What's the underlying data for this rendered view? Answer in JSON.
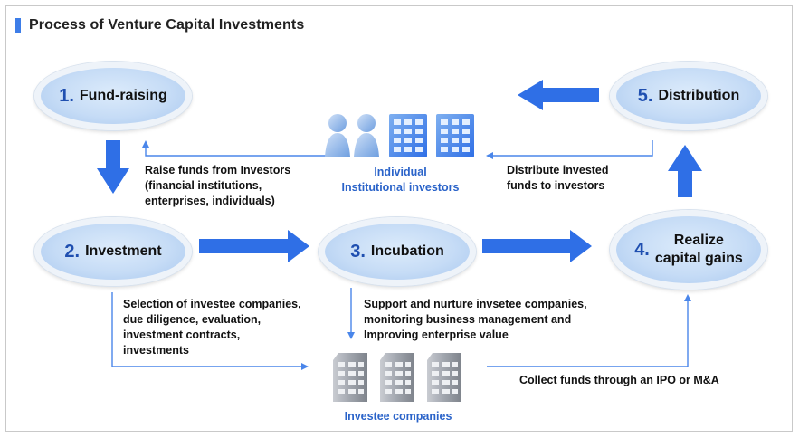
{
  "title": "Process of Venture Capital Investments",
  "stages": {
    "fund_raising": {
      "num": "1.",
      "label": "Fund-raising"
    },
    "investment": {
      "num": "2.",
      "label": "Investment"
    },
    "incubation": {
      "num": "3.",
      "label": "Incubation"
    },
    "realize": {
      "num": "4.",
      "label_line1": "Realize",
      "label_line2": "capital gains"
    },
    "distribution": {
      "num": "5.",
      "label": "Distribution"
    }
  },
  "captions": {
    "raise_funds": [
      "Raise funds from Investors",
      "(financial institutions,",
      "enterprises, individuals)"
    ],
    "distribute": [
      "Distribute invested",
      "funds to investors"
    ],
    "selection": [
      "Selection of  investee companies,",
      "due diligence, evaluation,",
      "investment contracts,",
      "investments"
    ],
    "support": [
      "Support and nurture invsetee companies,",
      "monitoring business management and",
      "Improving enterprise value"
    ],
    "collect": "Collect funds through an IPO or M&A"
  },
  "groups": {
    "investors": [
      "Individual",
      "Institutional investors"
    ],
    "investees": "Investee companies"
  },
  "colors": {
    "accent": "#3d7de8",
    "arrow": "#2f6fe6",
    "label_blue": "#2a63c9",
    "stage_number": "#1f4fb0"
  },
  "icons": [
    "person-icon",
    "person-icon",
    "office-building-icon",
    "office-building-icon",
    "company-building-icon",
    "company-building-icon",
    "company-building-icon"
  ]
}
